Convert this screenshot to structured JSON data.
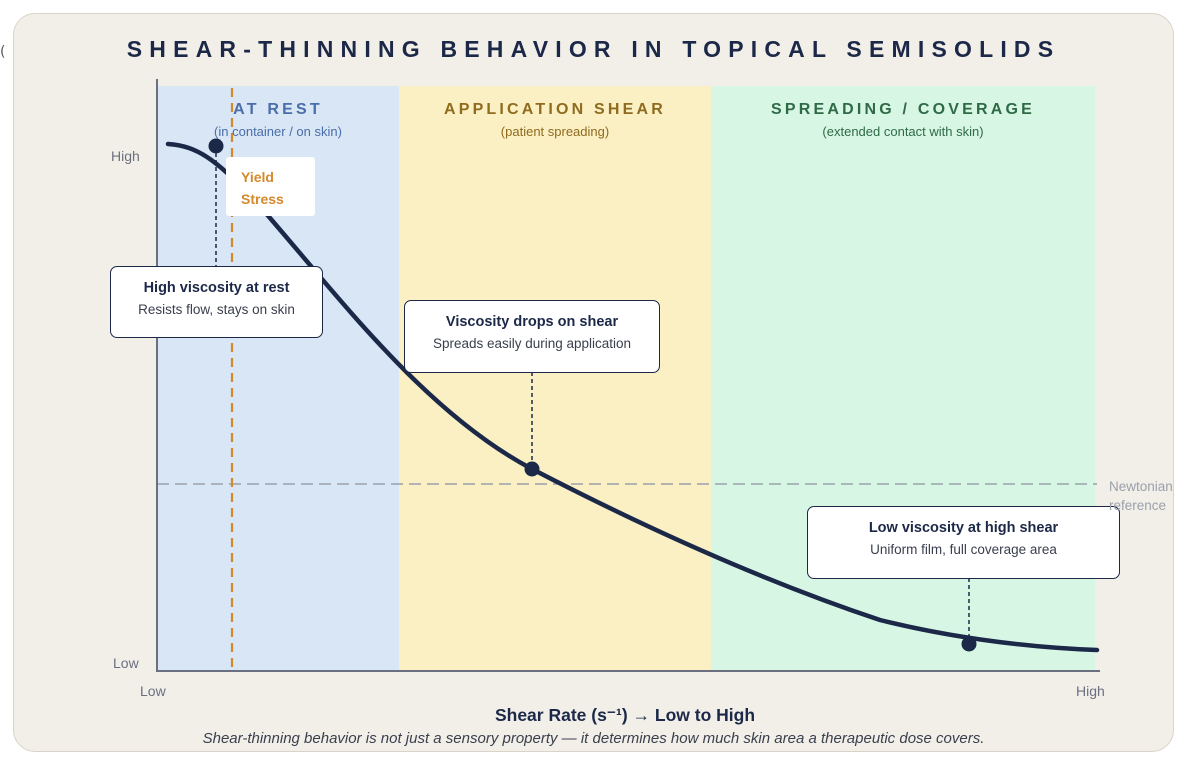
{
  "title": "SHEAR-THINNING BEHAVIOR IN TOPICAL SEMISOLIDS",
  "stray_mark": "(",
  "zones": [
    {
      "title": "AT REST",
      "subtitle": "(in container / on skin)",
      "color": "#d8e6f5",
      "title_color": "#4a6ea9",
      "sub_color": "#4a6ea9"
    },
    {
      "title": "APPLICATION SHEAR",
      "subtitle": "(patient spreading)",
      "color": "#fbefc4",
      "title_color": "#8f6b1e",
      "sub_color": "#8f6b1e"
    },
    {
      "title": "SPREADING / COVERAGE",
      "subtitle": "(extended contact with skin)",
      "color": "#d7f6e4",
      "title_color": "#2f6a47",
      "sub_color": "#2f6a47"
    }
  ],
  "y_axis": {
    "high": "High",
    "low": "Low"
  },
  "x_axis": {
    "low": "Low",
    "high": "High",
    "label": "Shear Rate (s⁻¹) → Low to High"
  },
  "yield_stress": {
    "line1": "Yield",
    "line2": "Stress",
    "color": "#d4892b"
  },
  "newtonian": {
    "line1": "Newtonian",
    "line2": "reference"
  },
  "annotations": {
    "rest": {
      "title": "High viscosity at rest",
      "text": "Resists flow, stays on skin"
    },
    "shear": {
      "title": "Viscosity drops on shear",
      "text": "Spreads easily during application"
    },
    "high_shear": {
      "title": "Low viscosity at high shear",
      "text": "Uniform film, full coverage area"
    }
  },
  "caption": "Shear-thinning behavior is not just a sensory property — it determines how much skin area a therapeutic dose covers.",
  "colors": {
    "curve": "#1c2848",
    "axis": "#6b7080",
    "background": "#f2efe9"
  }
}
